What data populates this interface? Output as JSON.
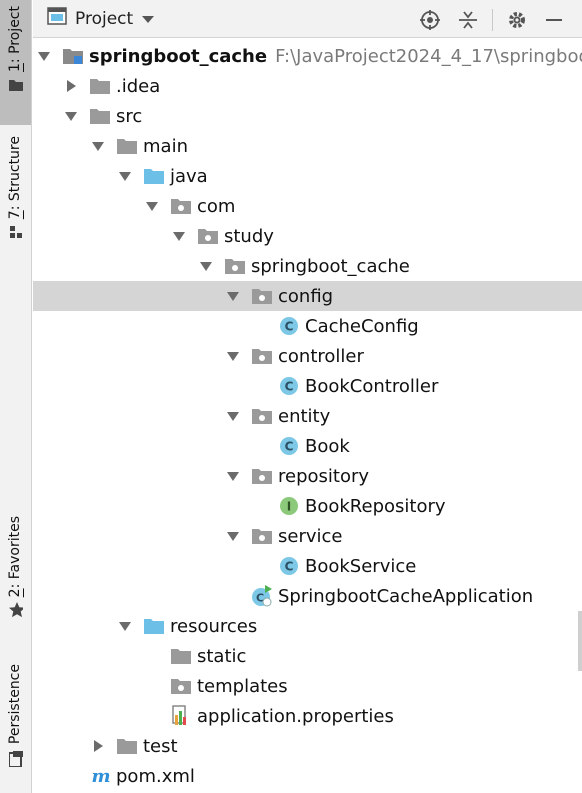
{
  "sidebar": {
    "tabs": [
      {
        "num": "1",
        "label": ": Project"
      },
      {
        "num": "7",
        "label": ": Structure"
      },
      {
        "num": "2",
        "label": ": Favorites"
      },
      {
        "label": "Persistence"
      }
    ]
  },
  "header": {
    "title": "Project",
    "icons": [
      "locate-icon",
      "collapse-icon",
      "gear-icon",
      "minimize-icon"
    ]
  },
  "tree": [
    {
      "label": "springboot_cache",
      "path": "F:\\JavaProject2024_4_17\\springboot_",
      "icon": "module-folder",
      "arrow": "down",
      "bold": true
    },
    {
      "label": ".idea",
      "icon": "folder-gray",
      "arrow": "right"
    },
    {
      "label": "src",
      "icon": "folder-gray",
      "arrow": "down"
    },
    {
      "label": "main",
      "icon": "folder-gray",
      "arrow": "down"
    },
    {
      "label": "java",
      "icon": "folder-blue",
      "arrow": "down"
    },
    {
      "label": "com",
      "icon": "package",
      "arrow": "down"
    },
    {
      "label": "study",
      "icon": "package",
      "arrow": "down"
    },
    {
      "label": "springboot_cache",
      "icon": "package",
      "arrow": "down"
    },
    {
      "label": "config",
      "icon": "package",
      "arrow": "down",
      "selected": true
    },
    {
      "label": "CacheConfig",
      "icon": "class"
    },
    {
      "label": "controller",
      "icon": "package",
      "arrow": "down"
    },
    {
      "label": "BookController",
      "icon": "class"
    },
    {
      "label": "entity",
      "icon": "package",
      "arrow": "down"
    },
    {
      "label": "Book",
      "icon": "class"
    },
    {
      "label": "repository",
      "icon": "package",
      "arrow": "down"
    },
    {
      "label": "BookRepository",
      "icon": "interface"
    },
    {
      "label": "service",
      "icon": "package",
      "arrow": "down"
    },
    {
      "label": "BookService",
      "icon": "class"
    },
    {
      "label": "SpringbootCacheApplication",
      "icon": "spring-app"
    },
    {
      "label": "resources",
      "icon": "folder-blue",
      "arrow": "down"
    },
    {
      "label": "static",
      "icon": "folder-gray"
    },
    {
      "label": "templates",
      "icon": "package"
    },
    {
      "label": "application.properties",
      "icon": "properties"
    },
    {
      "label": "test",
      "icon": "folder-gray",
      "arrow": "right"
    },
    {
      "label": "pom.xml",
      "icon": "maven"
    }
  ],
  "colors": {
    "selection": "#d5d5d5",
    "class_icon": "#7cc8e6",
    "interface_icon": "#8cc97a",
    "folder_blue": "#6cc0e8",
    "folder_gray": "#9a9a9a"
  }
}
